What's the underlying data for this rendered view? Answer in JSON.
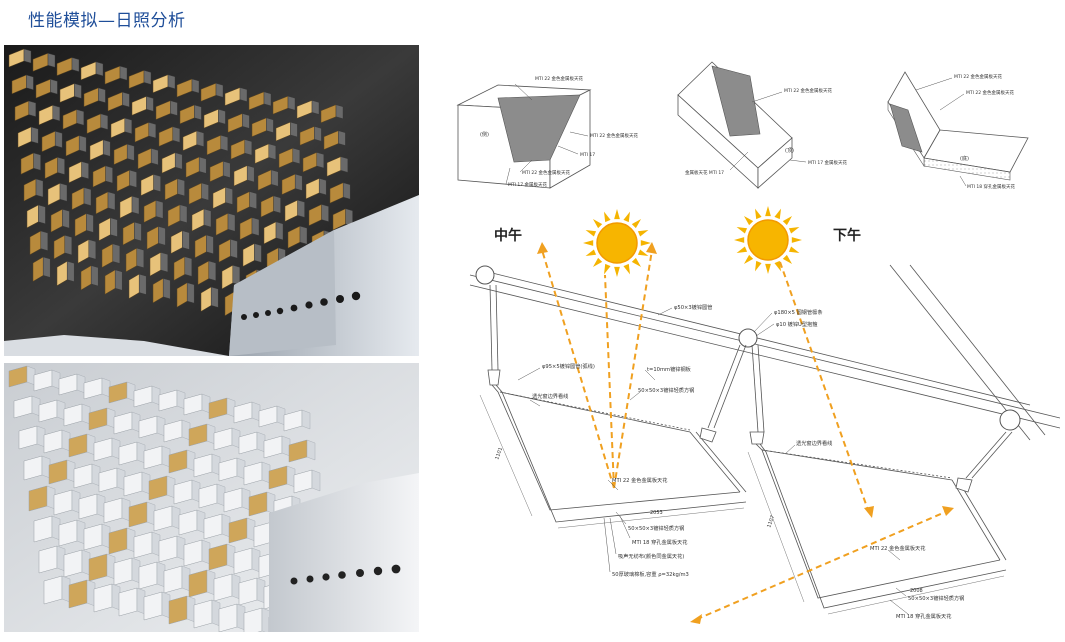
{
  "title": "性能模拟—日照分析",
  "labels": {
    "noon": "中午",
    "afternoon": "下午"
  },
  "top_details": {
    "d1": {
      "callouts": [
        "MTI 22 金色金属板天花",
        "MTI 22 金色金属板天花",
        "MTI 17",
        "MTI 22 金色金属板天花",
        "MTI 17 金属板天花"
      ],
      "mark": "(侧)"
    },
    "d2": {
      "callouts": [
        "MTI 22 金色金属板天花",
        "MTI 17 金属板天花",
        "金属板天花 MTI 17"
      ],
      "mark": "(顶)"
    },
    "d3": {
      "callouts": [
        "MTI 22 金色金属板天花",
        "MTI 22 金色金属板天花",
        "MTI 18 穿孔金属板天花"
      ],
      "mark": "(底)"
    }
  },
  "section_callouts": {
    "tube_50": "φ50×3镀锌圆管",
    "tube_180": "φ180×5 圆钢管檩条",
    "ubolt": "φ10 镀锌U型抱箍",
    "arc": "φ95×5镀锌圆管(弧线)",
    "plate": "t=10mm镀锌钢板",
    "sq_tube_mid": "50×50×3镀锌轻质方钢",
    "skylight_line_left": "透光窗边界看线",
    "skylight_line_right": "透光窗边界看线",
    "mti22_left": "MTI 22 金色金属板天花",
    "dim_left": "2053",
    "sq_tube_left": "50×50×3镀锌轻质方钢",
    "mti18_left": "MTI 18 穿孔金属板天花",
    "acoustic": "吸声无纺布(颜色同金属天花)",
    "glasswool": "50厚玻璃棉板,容重 ρ=32kg/m3",
    "mti22_right": "MTI 22 金色金属板天花",
    "dim_right": "2008",
    "sq_tube_right": "50×50×3镀锌轻质方钢",
    "mti18_right": "MTI 18 穿孔金属板天花",
    "dim_side_left": "1101",
    "dim_side_right": "1107"
  },
  "colors": {
    "title": "#1f4e99",
    "sun": "#f5b400",
    "ray": "#f0a020",
    "gold": "#c8a050",
    "panel_grey": "#8c8c8c"
  }
}
